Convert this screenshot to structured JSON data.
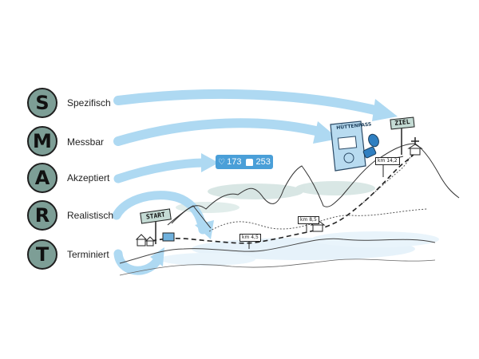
{
  "smart": {
    "items": [
      {
        "letter": "S",
        "term": "Spezifisch"
      },
      {
        "letter": "M",
        "term": "Messbar"
      },
      {
        "letter": "A",
        "term": "Akzeptiert"
      },
      {
        "letter": "R",
        "term": "Realistisch"
      },
      {
        "letter": "T",
        "term": "Terminiert"
      }
    ]
  },
  "social": {
    "likes": "173",
    "thumbs": "253"
  },
  "signs": {
    "start": "START",
    "goal": "ZIEL",
    "passport": "HÜTTENPASS",
    "km_a": "km 4,5",
    "km_b": "km 8,5",
    "km_c": "km 14,2"
  },
  "colors": {
    "circle_fill": "#7d9e96",
    "arrow_blue": "#aed9f2",
    "badge_blue": "#4a9fd8",
    "outline": "#1f1f1f"
  }
}
